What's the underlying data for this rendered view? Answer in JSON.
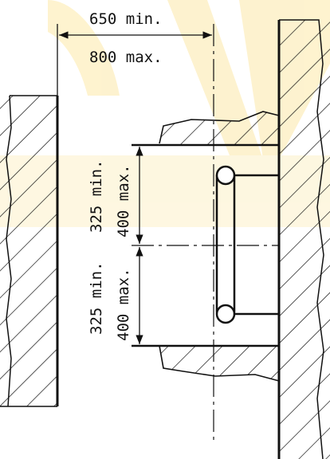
{
  "diagram": {
    "top_dimension": {
      "min_label": "650 min.",
      "max_label": "800 max."
    },
    "upper_dimension": {
      "min_label": "325 min.",
      "max_label": "400 max."
    },
    "lower_dimension": {
      "min_label": "325 min.",
      "max_label": "400 max."
    }
  },
  "colors": {
    "ink": "#111111",
    "watermark": "#fde9a8",
    "background": "#ffffff"
  }
}
